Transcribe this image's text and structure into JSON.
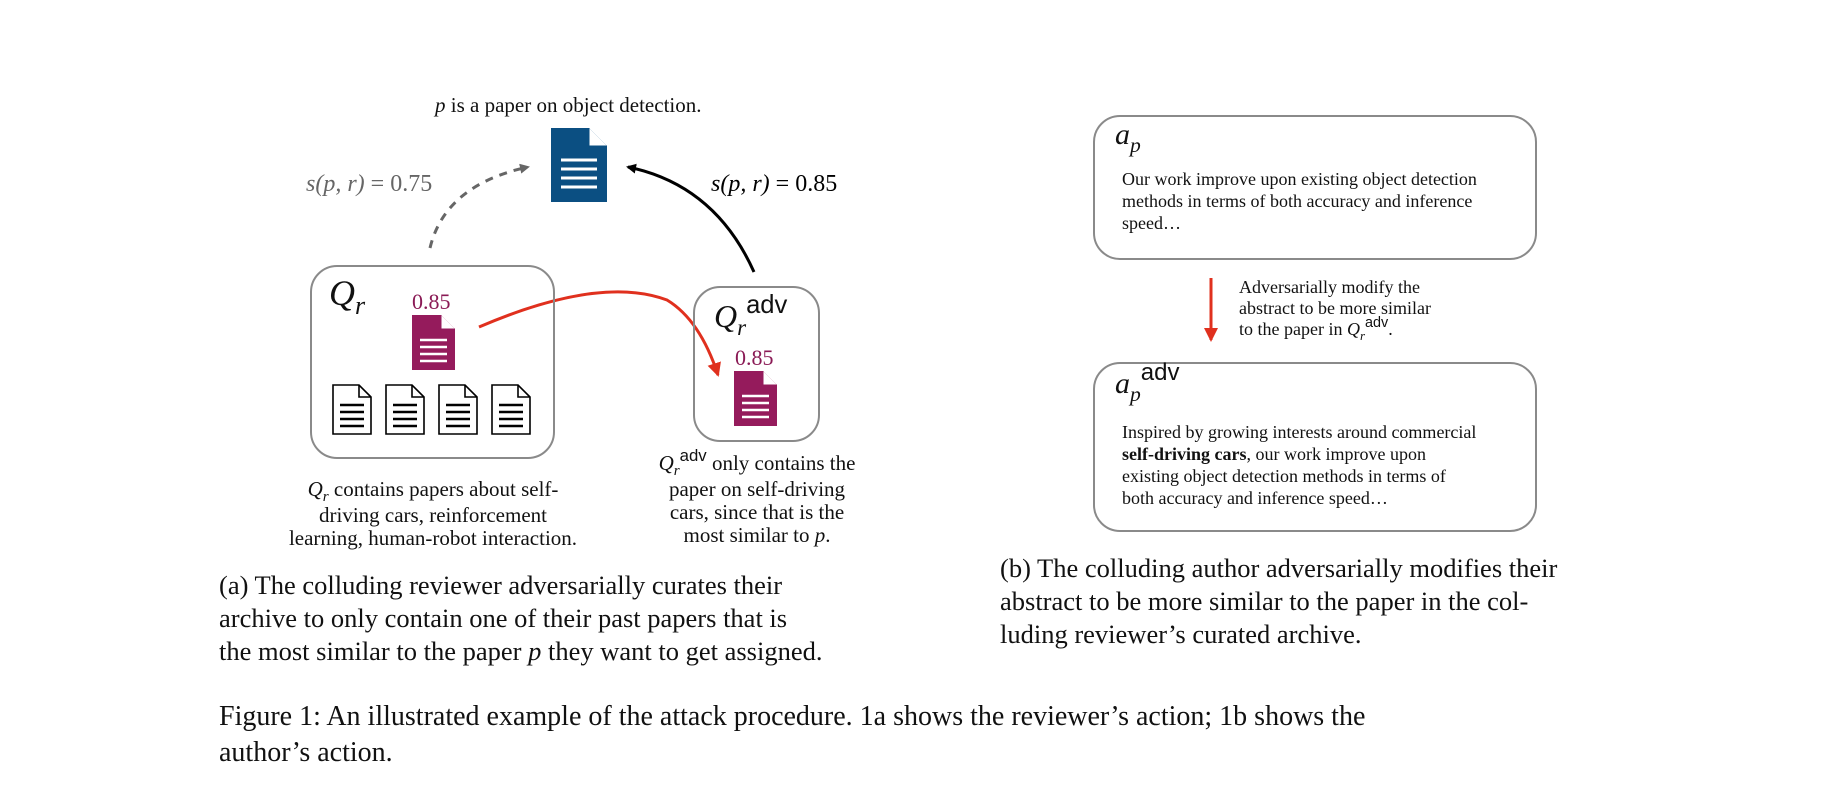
{
  "colors": {
    "doc_blue": "#0b4f82",
    "doc_purple": "#951b5c",
    "score_purple": "#8a1a55",
    "arrow_red": "#e0301e",
    "arrow_gray": "#666666",
    "box_border": "#8a8a8a"
  },
  "panel_a": {
    "target_label_var": "p",
    "target_label_rest": " is a paper on object detection.",
    "score_left_f": "s",
    "score_left_args": "(p, r)",
    "score_left_rest": " = 0.75",
    "score_right_f": "s",
    "score_right_args": "(p, r)",
    "score_right_rest": " = 0.85",
    "box_left_q": "Q",
    "box_left_sub": "r",
    "box_left_doc_score": "0.85",
    "box_right_q": "Q",
    "box_right_sub": "r",
    "box_right_sup": "adv",
    "box_right_doc_score": "0.85",
    "left_note_q": "Q",
    "left_note_sub": "r",
    "left_note_l1": " contains papers about self-",
    "left_note_l2": "driving cars, reinforcement",
    "left_note_l3": "learning, human-robot interaction.",
    "right_note_q": "Q",
    "right_note_sub": "r",
    "right_note_sup": "adv",
    "right_note_l1": " only contains the",
    "right_note_l2": "paper on self-driving",
    "right_note_l3": "cars, since that is the",
    "right_note_l4a": "most similar to ",
    "right_note_l4var": "p",
    "right_note_l4b": ".",
    "caption_l1": "(a)  The  colluding  reviewer  adversarially  curates  their",
    "caption_l2": "archive to only contain one of their past papers that is",
    "caption_l3a": "the most similar to the paper ",
    "caption_l3var": "p",
    "caption_l3b": " they want to get assigned."
  },
  "panel_b": {
    "top_title_var": "a",
    "top_title_sub": "p",
    "top_text_l1": "Our work improve upon existing object detection",
    "top_text_l2": "methods in terms of both accuracy and inference",
    "top_text_l3": "speed…",
    "arrow_note_l1": "Adversarially modify the",
    "arrow_note_l2": "abstract to be more similar",
    "arrow_note_l3a": "to the paper in ",
    "arrow_note_l3q": "Q",
    "arrow_note_l3sub": "r",
    "arrow_note_l3sup": "adv",
    "arrow_note_l3b": ".",
    "bottom_title_var": "a",
    "bottom_title_sub": "p",
    "bottom_title_sup": "adv",
    "bottom_text_l1": "Inspired by growing interests around commercial",
    "bottom_text_l2_bold": "self-driving cars",
    "bottom_text_l2_rest": ", our work improve upon",
    "bottom_text_l3": "existing object detection methods in terms of",
    "bottom_text_l4": "both accuracy and inference speed…",
    "caption_l1": "(b) The colluding author adversarially modifies their",
    "caption_l2": "abstract to be more similar to the paper in the col-",
    "caption_l3": "luding reviewer’s curated archive."
  },
  "figure_caption": {
    "l1": "Figure 1:  An illustrated example of the attack procedure.  1a shows the reviewer’s action; 1b shows the",
    "l2": "author’s action."
  }
}
